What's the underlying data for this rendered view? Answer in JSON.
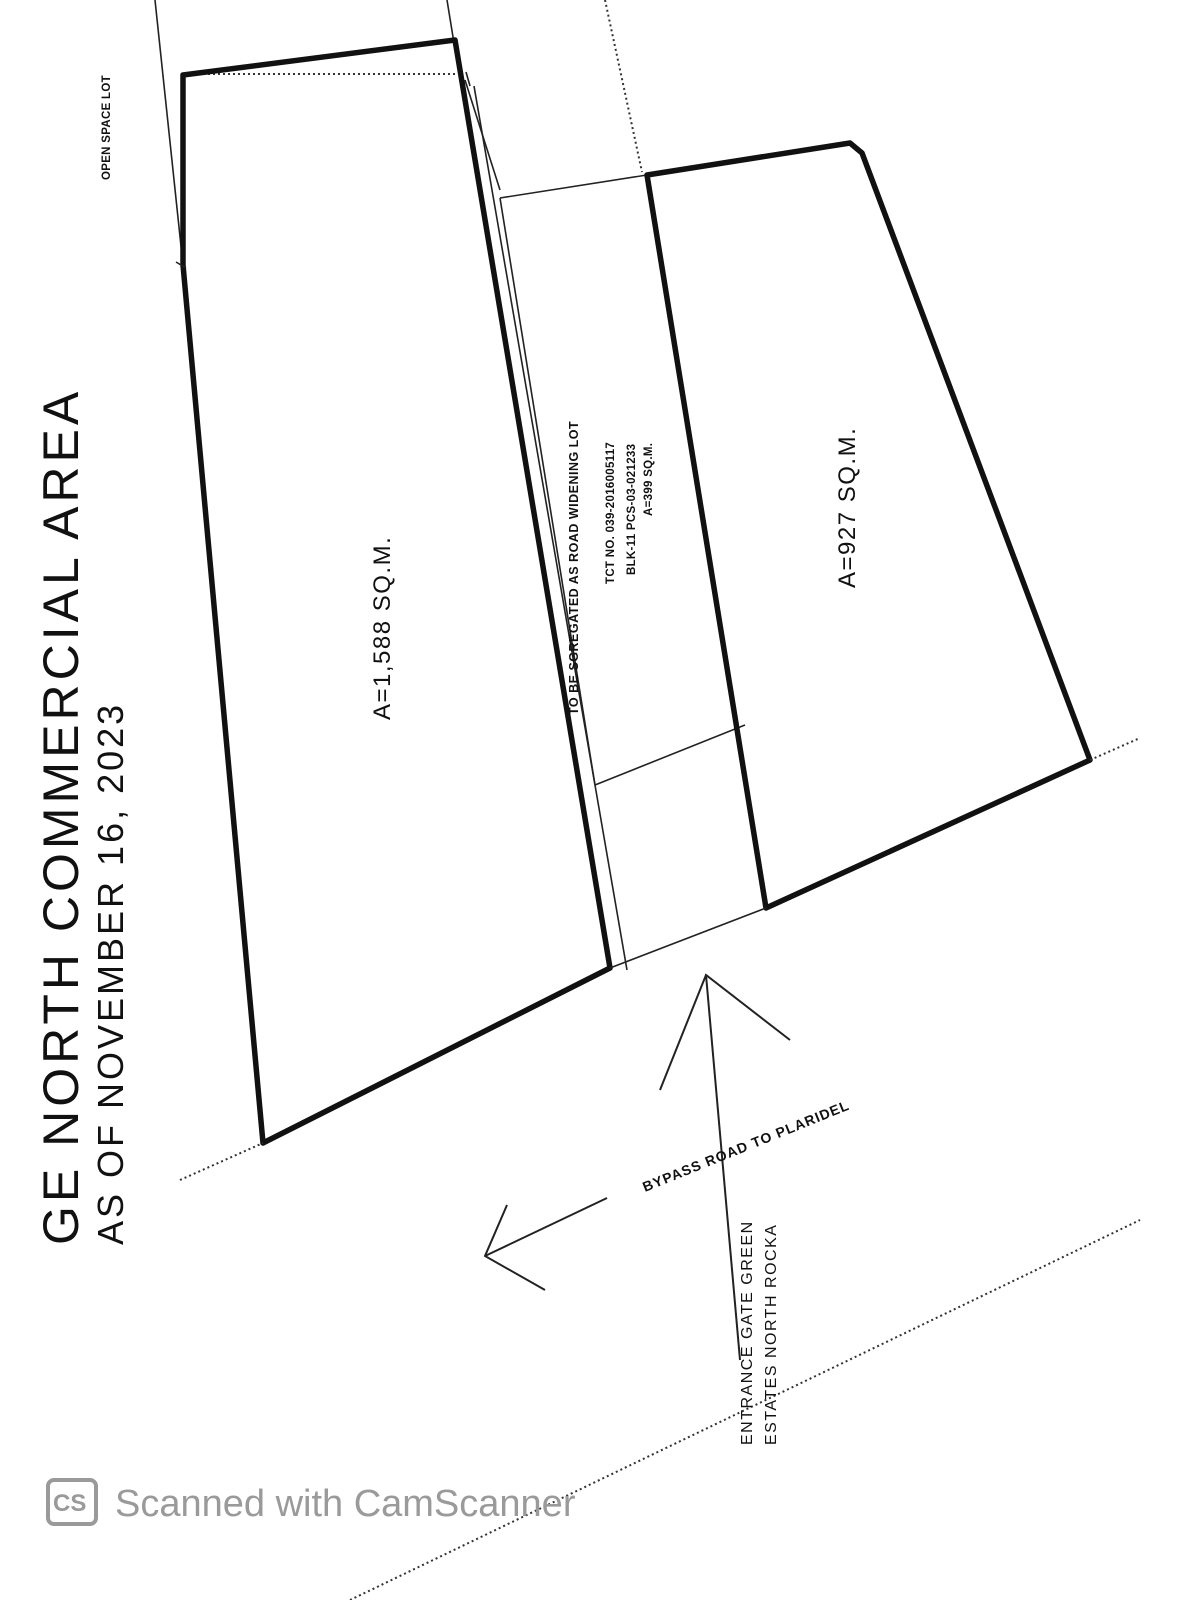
{
  "title": "GE NORTH COMMERCIAL AREA",
  "subtitle": "AS OF NOVEMBER 16, 2023",
  "labels": {
    "open_space": "OPEN SPACE LOT",
    "lot_large": "A=1,588 SQ.M.",
    "lot_small": "A=927 SQ.M.",
    "road_widening": "TO BE SGREGATED AS ROAD WIDENING LOT",
    "tct_line1": "TCT NO. 039-2016005117",
    "tct_line2": "BLK-11 PCS-03-021233",
    "tct_line3": "A=399 SQ.M.",
    "bypass_road": "BYPASS ROAD TO PLARIDEL",
    "entrance_line1": "ENTRANCE GATE GREEN",
    "entrance_line2": "ESTATES NORTH ROCKA"
  },
  "watermark": {
    "logo": "CS",
    "text": "Scanned with CamScanner"
  }
}
